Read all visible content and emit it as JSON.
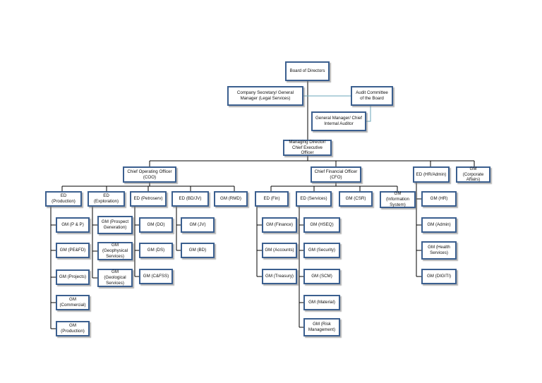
{
  "chart": {
    "board": "Board of Directors",
    "company_secretary": "Company Secretary/ General Manager (Legal Services)",
    "audit_committee": "Audit Committee of the Board",
    "gm_internal_audit": "General Manager/ Chief Internal Auditor",
    "md_ceo": "Managing Director/ Chief Executive Officer",
    "coo": "Chief Operating Officer (COO)",
    "cfo": "Chief Financial Officer (CFO)",
    "ed_hr_admin": "ED (HR/Admin)",
    "gm_corporate_affairs": "GM (Corporate Affairs)",
    "ed_production": "ED (Production)",
    "ed_exploration": "ED (Exploration)",
    "ed_petroserv": "ED (Petroserv)",
    "ed_bd_jv": "ED (BD/JV)",
    "gm_rmd": "GM (RMD)",
    "ed_fin": "ED (Fin)",
    "ed_services": "ED (Services)",
    "gm_csr": "GM (CSR)",
    "gm_information_system": "GM (Information System)",
    "gm_p_and_p": "GM (P & P)",
    "gm_pe_fd": "GM (PE&FD)",
    "gm_projects": "GM (Projects)",
    "gm_commercial": "GM (Commercial)",
    "gm_production": "GM (Production)",
    "gm_prospect_generation": "GM (Prospect Generation)",
    "gm_geophysical_services": "GM (Geophysical Services)",
    "gm_geological_services": "GM (Geological Services)",
    "gm_do": "GM (DO)",
    "gm_ds": "GM (DS)",
    "gm_c_fss": "GM (C&FSS)",
    "gm_jv": "GM (JV)",
    "gm_bd": "GM (BD)",
    "gm_finance": "GM (Finance)",
    "gm_accounts": "GM (Accounts)",
    "gm_treasury": "GM (Treasury)",
    "gm_hseq": "GM (HSEQ)",
    "gm_security": "GM (Security)",
    "gm_scm": "GM (SCM)",
    "gm_material": "GM (Material)",
    "gm_risk_management": "GM (Risk Management)",
    "gm_hr": "GM (HR)",
    "gm_admin": "GM (Admin)",
    "gm_health_services": "GM (Health Services)",
    "gm_digiti": "GM (DIGITI)"
  },
  "colors": {
    "border": "#3b5f8f",
    "connector": "#000000",
    "audit_connector": "#6aa6b8"
  }
}
